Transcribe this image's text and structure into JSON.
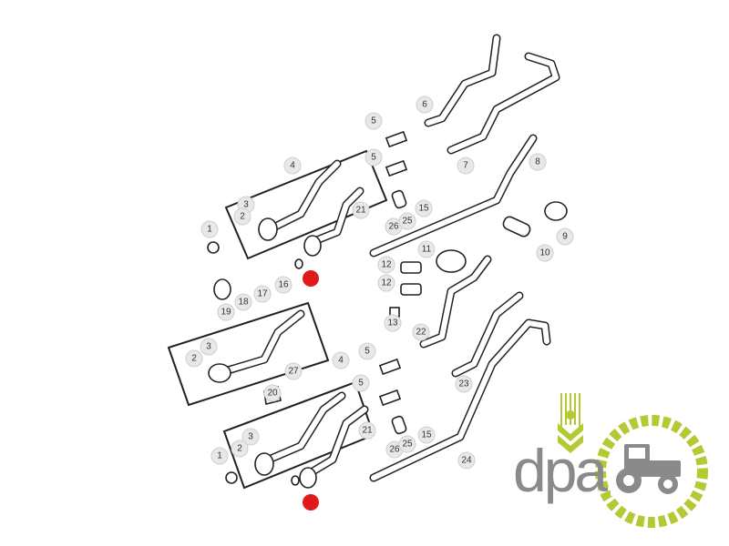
{
  "diagram": {
    "callouts": [
      "6",
      "5",
      "5",
      "7",
      "8",
      "4",
      "3",
      "2",
      "1",
      "21",
      "26",
      "25",
      "15",
      "9",
      "10",
      "11",
      "12",
      "12",
      "13",
      "18",
      "17",
      "16",
      "19",
      "22",
      "5",
      "5",
      "23",
      "27",
      "2",
      "3",
      "20",
      "4",
      "21",
      "26",
      "25",
      "15",
      "24",
      "3",
      "2",
      "1"
    ],
    "highlight_color": "#e0191b"
  },
  "logo": {
    "text": "dpa",
    "brand_green": "#b5c933",
    "brand_gray": "#8a8a8a"
  }
}
